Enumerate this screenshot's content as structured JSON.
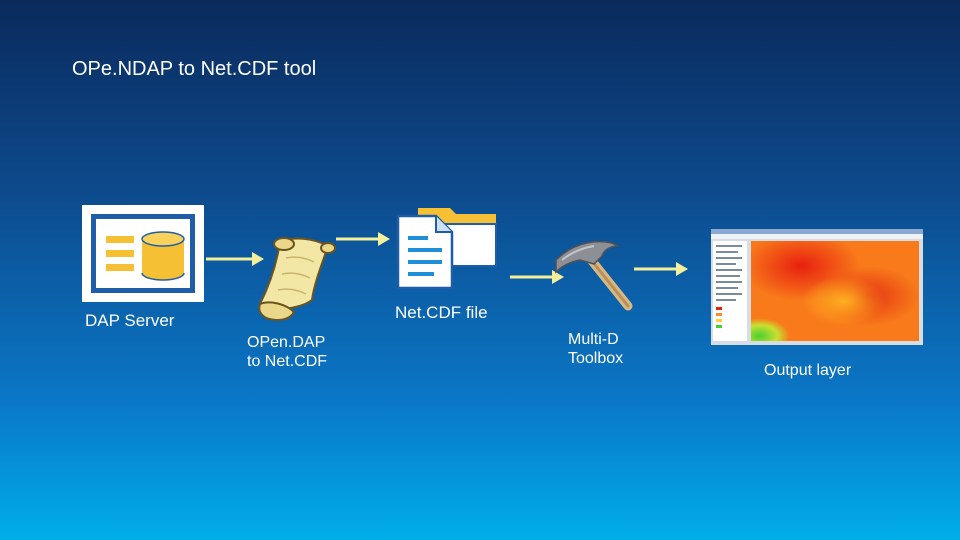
{
  "title": "OPe.NDAP to Net.CDF tool",
  "nodes": {
    "dap_server": {
      "label": "DAP Server",
      "icon": "server-database-icon"
    },
    "opendap_tool": {
      "label_line1": "OPen.DAP",
      "label_line2": "to Net.CDF",
      "icon": "scroll-icon"
    },
    "netcdf_file": {
      "label": "Net.CDF file",
      "icon": "document-folder-icon"
    },
    "multid_toolbox": {
      "label_line1": "Multi-D",
      "label_line2": "Toolbox",
      "icon": "hammer-icon"
    },
    "output_layer": {
      "label": "Output layer",
      "icon": "map-screenshot-icon"
    }
  },
  "colors": {
    "arrow": "#f4ef9a",
    "background_top": "#0a2a5c",
    "background_bottom": "#00aee8",
    "server_icon_fill": "#1f5da8",
    "server_icon_accent": "#f5c033"
  }
}
